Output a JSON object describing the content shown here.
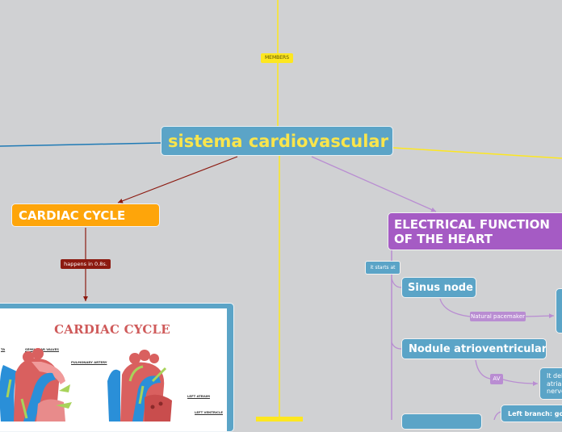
{
  "map": {
    "central_topic": "sistema cardiovascular",
    "colors": {
      "background": "#d0d1d3",
      "central": "#5ba4c7",
      "central_text": "#f9e54c",
      "members_branch": "#fde720",
      "cardiac_branch": "#8c1a10",
      "cardiac_node": "#fea50a",
      "electrical_branch": "#b98dd2",
      "electrical_node": "#a55bc4",
      "left_branch": "#1f7ab5",
      "blue_node": "#5ba4c7"
    },
    "members": {
      "label": "MEMBERS"
    },
    "cardiac_cycle": {
      "title": "CARDIAC CYCLE",
      "relation_label": "happens in 0.8s.",
      "image": {
        "title": "CARDIAC CYCLE",
        "captions": [
          "TA",
          "SEMILUNAR VALVES",
          "PULMONARY ARTERY",
          "LEFT ATRIUM",
          "LEFT VENTRICLE"
        ]
      }
    },
    "electrical_function": {
      "title": "ELECTRICAL FUNCTION OF THE HEART",
      "relation_label": "it starts at",
      "sinus_node": {
        "title": "Sinus node",
        "relation_label": "Natural pacemaker"
      },
      "av_node": {
        "title": "Nodule atrioventricular",
        "relation_label": "AV",
        "child_text": "It del atria nerve"
      },
      "left_branch": {
        "title": "Left branch: goe"
      }
    }
  }
}
